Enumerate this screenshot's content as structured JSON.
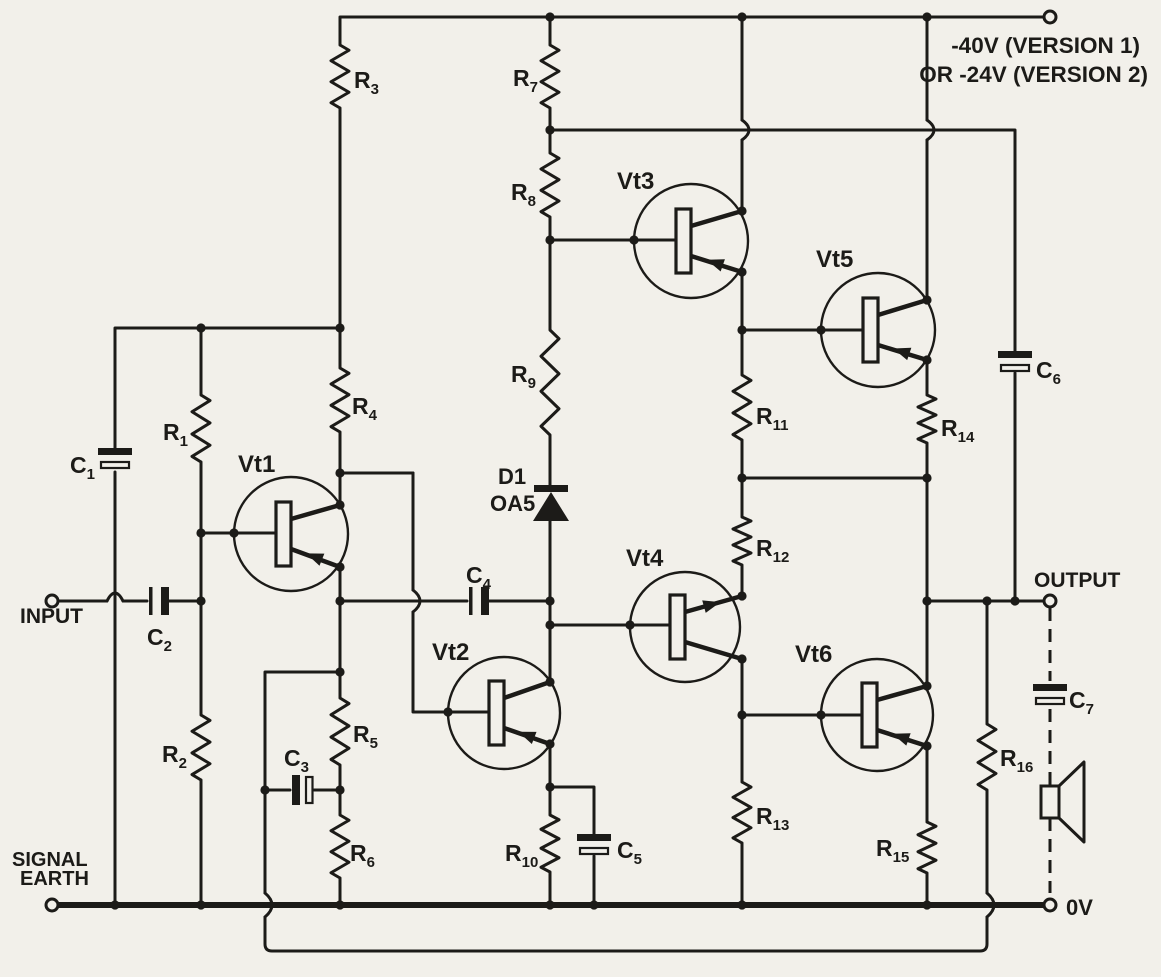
{
  "colors": {
    "ink": "#1c1b18",
    "paper": "#f2f0ea"
  },
  "terminals": {
    "input": "INPUT",
    "signal_earth": [
      "SIGNAL",
      "EARTH"
    ],
    "output": "OUTPUT",
    "ground": "0V",
    "supply": [
      "-40V (VERSION 1)",
      "OR -24V (VERSION 2)"
    ]
  },
  "transistors": [
    "Vt1",
    "Vt2",
    "Vt3",
    "Vt4",
    "Vt5",
    "Vt6"
  ],
  "resistors": [
    {
      "base": "R",
      "sub": "1"
    },
    {
      "base": "R",
      "sub": "2"
    },
    {
      "base": "R",
      "sub": "3"
    },
    {
      "base": "R",
      "sub": "4"
    },
    {
      "base": "R",
      "sub": "5"
    },
    {
      "base": "R",
      "sub": "6"
    },
    {
      "base": "R",
      "sub": "7"
    },
    {
      "base": "R",
      "sub": "8"
    },
    {
      "base": "R",
      "sub": "9"
    },
    {
      "base": "R",
      "sub": "10"
    },
    {
      "base": "R",
      "sub": "11"
    },
    {
      "base": "R",
      "sub": "12"
    },
    {
      "base": "R",
      "sub": "13"
    },
    {
      "base": "R",
      "sub": "14"
    },
    {
      "base": "R",
      "sub": "15"
    },
    {
      "base": "R",
      "sub": "16"
    }
  ],
  "capacitors": [
    {
      "base": "C",
      "sub": "1"
    },
    {
      "base": "C",
      "sub": "2"
    },
    {
      "base": "C",
      "sub": "3"
    },
    {
      "base": "C",
      "sub": "4"
    },
    {
      "base": "C",
      "sub": "5"
    },
    {
      "base": "C",
      "sub": "6"
    },
    {
      "base": "C",
      "sub": "7"
    }
  ],
  "diode": {
    "name": "D1",
    "part": "OA5"
  }
}
